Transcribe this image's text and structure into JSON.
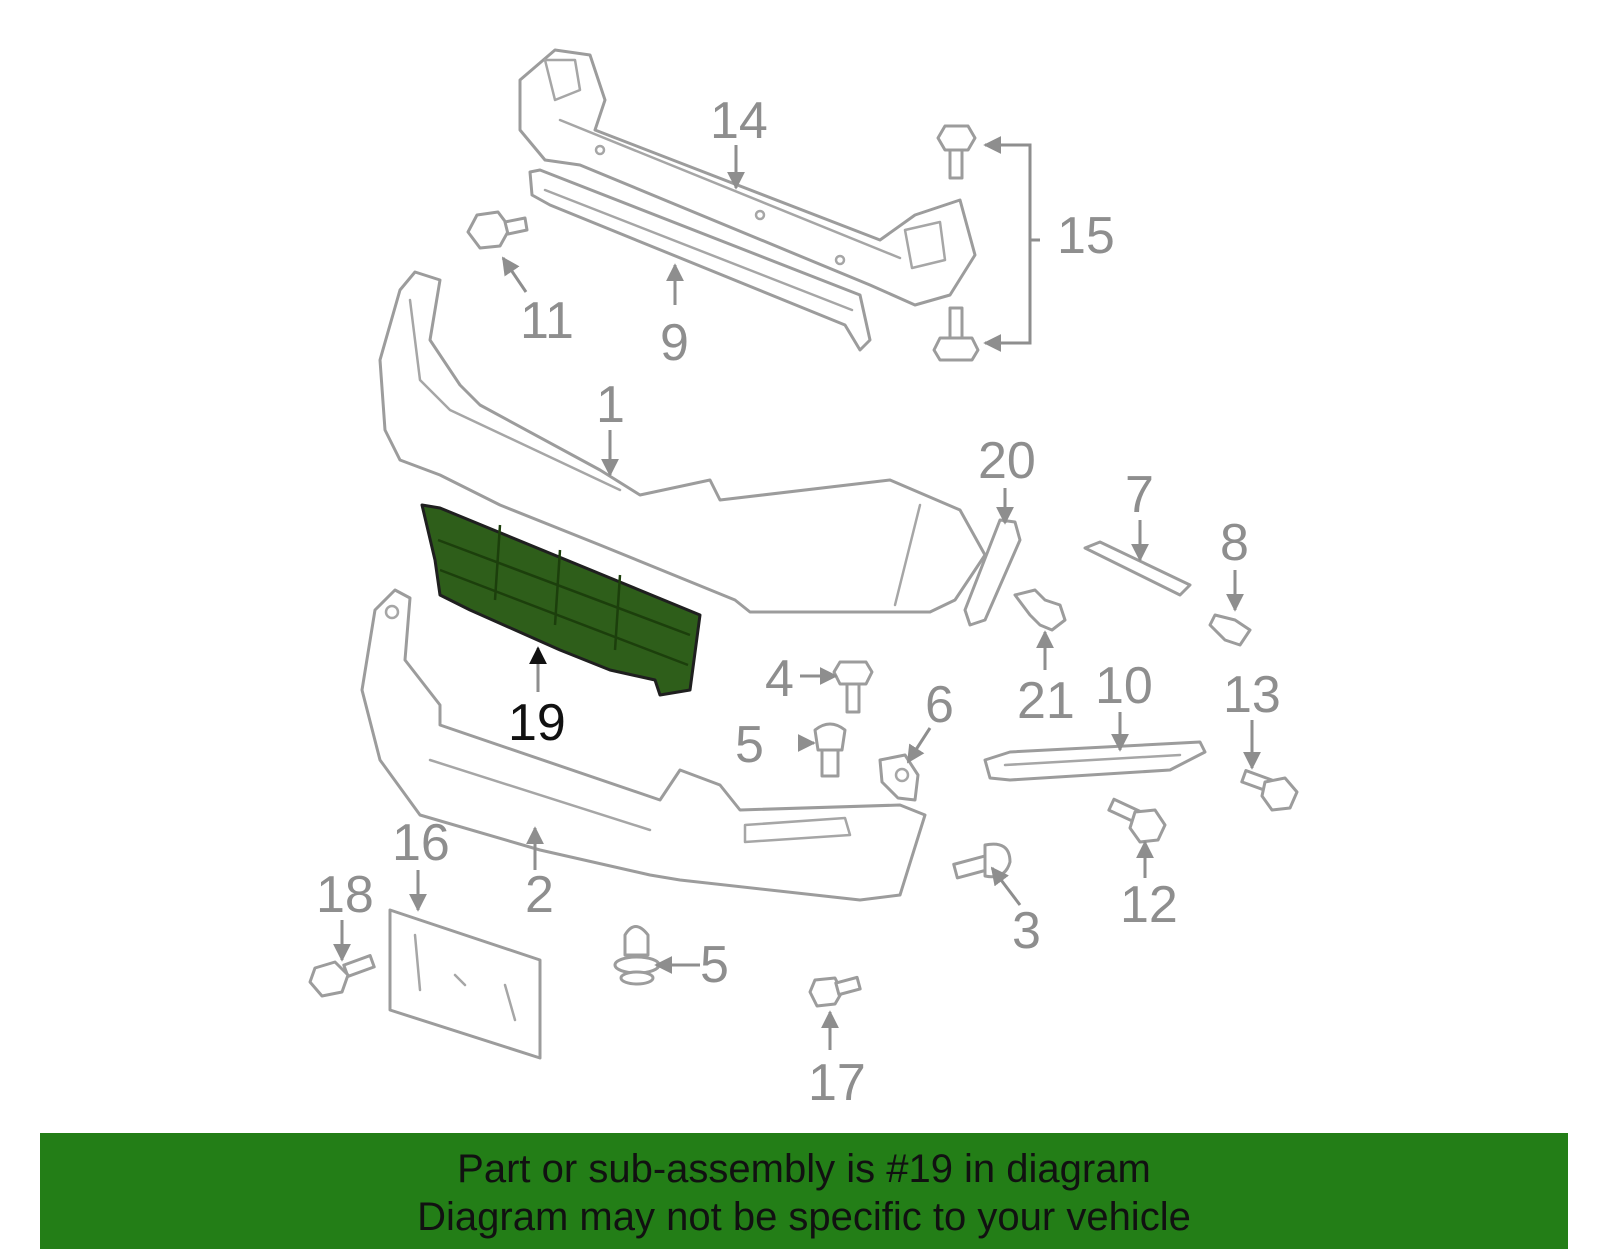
{
  "highlight_color": "#2e5e1a",
  "banner_color": "#237e17",
  "callouts": {
    "c1": "1",
    "c2": "2",
    "c3": "3",
    "c4": "4",
    "c5a": "5",
    "c5b": "5",
    "c6": "6",
    "c7": "7",
    "c8": "8",
    "c9": "9",
    "c10": "10",
    "c11": "11",
    "c12": "12",
    "c13": "13",
    "c14": "14",
    "c15": "15",
    "c16": "16",
    "c17": "17",
    "c18": "18",
    "c19": "19",
    "c20": "20",
    "c21": "21"
  },
  "banner": {
    "line1": "Part or sub-assembly is #19 in diagram",
    "line2": "Diagram may not be specific to your vehicle"
  }
}
